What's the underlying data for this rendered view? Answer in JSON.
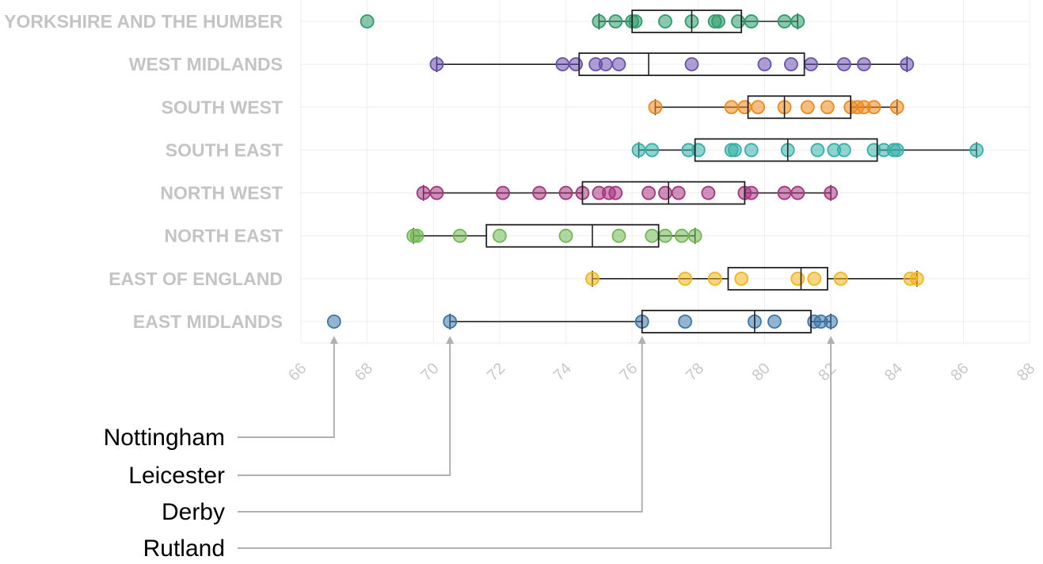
{
  "chart_data": {
    "type": "box",
    "xlim": [
      66,
      88
    ],
    "x_ticks": [
      "66",
      "68",
      "70",
      "72",
      "74",
      "76",
      "78",
      "80",
      "82",
      "84",
      "86",
      "88"
    ],
    "grid": true,
    "categories": [
      "YORKSHIRE AND THE HUMBER",
      "WEST MIDLANDS",
      "SOUTH WEST",
      "SOUTH EAST",
      "NORTH WEST",
      "NORTH EAST",
      "EAST OF ENGLAND",
      "EAST MIDLANDS"
    ],
    "series": [
      {
        "category": "YORKSHIRE AND THE HUMBER",
        "color": "#2e9a6a",
        "box": {
          "min": 75.0,
          "q1": 76.0,
          "median": 77.8,
          "q3": 79.3,
          "max": 81.0
        },
        "points": [
          68.0,
          75.0,
          75.5,
          76.0,
          76.1,
          77.0,
          77.8,
          78.5,
          78.6,
          79.2,
          79.6,
          80.6,
          81.0
        ]
      },
      {
        "category": "WEST MIDLANDS",
        "color": "#6a4fb0",
        "box": {
          "min": 70.1,
          "q1": 74.4,
          "median": 76.5,
          "q3": 81.2,
          "max": 84.3
        },
        "points": [
          70.1,
          73.9,
          74.3,
          74.9,
          75.2,
          75.6,
          77.8,
          80.0,
          80.8,
          81.4,
          82.4,
          83.0,
          84.3
        ]
      },
      {
        "category": "SOUTH WEST",
        "color": "#ee8a1c",
        "box": {
          "min": 76.7,
          "q1": 79.5,
          "median": 80.6,
          "q3": 82.6,
          "max": 84.0
        },
        "points": [
          76.7,
          79.0,
          79.4,
          79.8,
          80.6,
          81.3,
          81.9,
          82.6,
          82.8,
          83.0,
          83.3,
          84.0
        ]
      },
      {
        "category": "SOUTH EAST",
        "color": "#35b0a8",
        "box": {
          "min": 76.2,
          "q1": 77.9,
          "median": 80.7,
          "q3": 83.4,
          "max": 86.4
        },
        "points": [
          76.2,
          76.6,
          77.7,
          78.0,
          79.0,
          79.1,
          79.6,
          80.7,
          81.6,
          82.1,
          82.4,
          83.3,
          83.6,
          83.9,
          84.0,
          86.4
        ]
      },
      {
        "category": "NORTH WEST",
        "color": "#a6357f",
        "box": {
          "min": 69.7,
          "q1": 74.5,
          "median": 77.1,
          "q3": 79.4,
          "max": 82.0
        },
        "points": [
          69.7,
          70.1,
          72.1,
          73.2,
          74.0,
          74.5,
          75.0,
          75.3,
          75.5,
          76.5,
          77.0,
          77.4,
          78.3,
          79.4,
          79.6,
          80.6,
          81.0,
          82.0
        ]
      },
      {
        "category": "NORTH EAST",
        "color": "#72b855",
        "box": {
          "min": 69.4,
          "q1": 71.6,
          "median": 74.8,
          "q3": 76.8,
          "max": 77.9
        },
        "points": [
          69.4,
          69.5,
          70.8,
          72.0,
          74.0,
          75.6,
          76.6,
          77.0,
          77.5,
          77.9
        ]
      },
      {
        "category": "EAST OF ENGLAND",
        "color": "#f2b51d",
        "box": {
          "min": 74.8,
          "q1": 78.9,
          "median": 81.1,
          "q3": 81.9,
          "max": 84.6
        },
        "points": [
          74.8,
          77.6,
          78.5,
          79.3,
          81.0,
          81.5,
          82.3,
          84.4,
          84.6
        ]
      },
      {
        "category": "EAST MIDLANDS",
        "color": "#3c76a9",
        "box": {
          "min": 70.5,
          "q1": 76.3,
          "median": 79.7,
          "q3": 81.4,
          "max": 82.0
        },
        "points": [
          67.0,
          70.5,
          76.3,
          77.6,
          79.7,
          80.3,
          81.5,
          81.7,
          82.0
        ]
      }
    ],
    "annotations": [
      {
        "label": "Nottingham",
        "value": 67.0
      },
      {
        "label": "Leicester",
        "value": 70.5
      },
      {
        "label": "Derby",
        "value": 76.3
      },
      {
        "label": "Rutland",
        "value": 82.0
      }
    ]
  }
}
